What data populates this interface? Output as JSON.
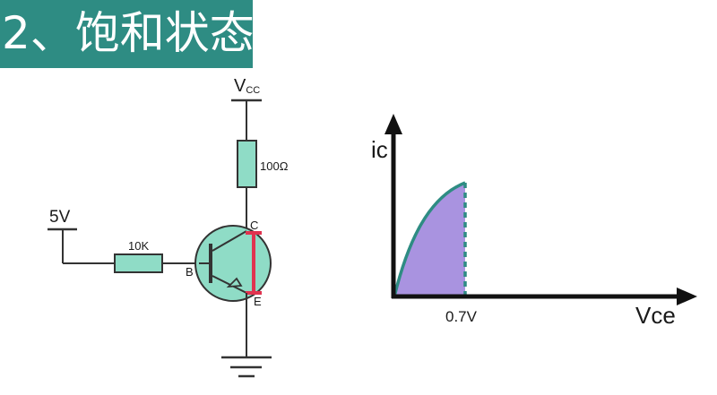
{
  "title": "2、饱和状态",
  "circuit": {
    "supply_label": "V",
    "supply_subscript": "CC",
    "collector_resistor": "100Ω",
    "input_voltage": "5V",
    "base_resistor": "10K",
    "pin_base": "B",
    "pin_collector": "C",
    "pin_emitter": "E"
  },
  "graph": {
    "y_axis_label": "ic",
    "x_axis_label": "Vce",
    "threshold_label": "0.7V"
  },
  "colors": {
    "banner": "#2e8c83",
    "component_fill": "#8fdcc6",
    "saturation_bar": "#e0334f",
    "curve": "#2e8c83",
    "region_fill": "#a993e0"
  }
}
